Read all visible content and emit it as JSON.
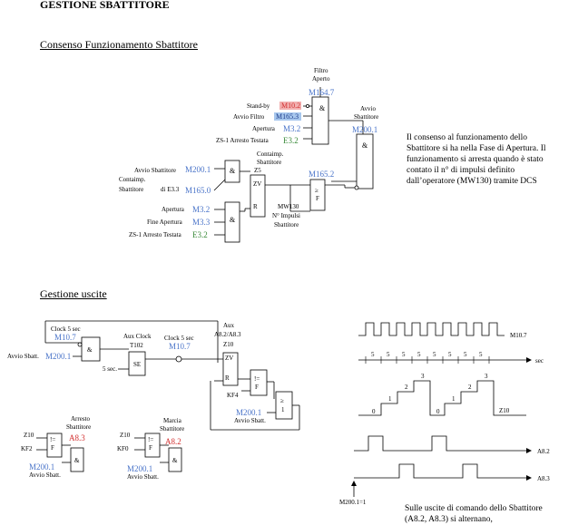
{
  "title": "GESTIONE SBATTITORE",
  "sections": {
    "consenso": "Consenso Funzionamento Sbattitore",
    "uscite": "Gestione uscite"
  },
  "description_consenso": "Il consenso al funzionamento dello Sbattitore si ha nella Fase di Apertura. Il funzionamento si arresta quando è stato contato il n° di impulsi definito dall’operatore (MW130) tramite DCS",
  "description_uscite": "Sulle uscite di comando dello Sbattitore (A8.2, A8.3) si alternano,",
  "colors": {
    "blue": "#4a74c9",
    "green": "#3a8a3a",
    "red": "#d23030",
    "red_fill": "#f2b0b0",
    "blue_fill": "#a8c8ee"
  },
  "consenso_diagram": {
    "filtro_aperto": {
      "label1": "Filtro",
      "label2": "Aperto",
      "addr": "M164.7"
    },
    "standby": {
      "label": "Stand-by",
      "addr": "M10.2"
    },
    "avvio_filtro": {
      "label": "Avvio Filtro",
      "addr": "M165.3"
    },
    "apertura1": {
      "label": "Apertura",
      "addr": "M3.2"
    },
    "zs1_a": {
      "label": "ZS-1 Arresto Testata",
      "addr": "E3.2"
    },
    "avvio_sbattitore_out": {
      "label1": "Avvio",
      "label2": "Sbattitore",
      "addr": "M200.1"
    },
    "avvio_sbattitore_in": {
      "label": "Avvio Sbattitore",
      "addr": "M200.1"
    },
    "contaimp": {
      "label1": "Contaimp.",
      "label2": "Sbattitore",
      "label3": "di E3.3",
      "addr": "M165.0"
    },
    "contaimp_out": {
      "label1": "Contaimp.",
      "label2": "Sbattitore",
      "label3": "Z5"
    },
    "apertura2": {
      "label": "Apertura",
      "addr": "M3.2"
    },
    "fine_apertura": {
      "label": "Fine Apertura",
      "addr": "M3.3"
    },
    "zs1_b": {
      "label": "ZS-1 Arresto Testata",
      "addr": "E3.2"
    },
    "m1652": "M165.2",
    "mw130": {
      "label1": "MW130",
      "label2": "N° Impulsi",
      "label3": "Sbattitore"
    },
    "gate_and": "&",
    "zv": "ZV",
    "r": "R",
    "ge": "≥",
    "f": "F"
  },
  "uscite_diagram": {
    "clock_5sec_a": {
      "label": "Clock 5 sec",
      "addr": "M10.7"
    },
    "avvio_sbatt_a": {
      "label": "Avvio Sbatt.",
      "addr": "M200.1"
    },
    "aux_clock": {
      "label1": "Aux Clock",
      "label2": "T102"
    },
    "clock_5sec_b": {
      "label": "Clock 5 sec",
      "addr": "M10.7"
    },
    "five_sec": "5 sec.",
    "se": "SE",
    "aux": {
      "label1": "Aux",
      "label2": "A8.2/A8.3",
      "label3": "Z10"
    },
    "kf4": "KF4",
    "avvio_sbatt_b": {
      "addr": "M200.1",
      "label": "Avvio Sbatt."
    },
    "arresto": {
      "label1": "Arresto",
      "label2": "Sbattitore",
      "addr": "A8.3",
      "z10": "Z10",
      "kf": "KF2",
      "m": "M200.1",
      "avvio": "Avvio Sbatt."
    },
    "marcia": {
      "label1": "Marcia",
      "label2": "Sbattitore",
      "addr": "A8.2",
      "z10": "Z10",
      "kf": "KF0",
      "m": "M200.1",
      "avvio": "Avvio Sbatt."
    },
    "neq": "!=",
    "one": "1"
  },
  "timing": {
    "clock_label": "M10.7",
    "sec_label": "sec",
    "five": "5",
    "z10_label": "Z10",
    "a82": "A8.2",
    "a83": "A8.3",
    "m200_eq": "M200.1=1",
    "steps": [
      "0",
      "1",
      "2",
      "3"
    ]
  }
}
